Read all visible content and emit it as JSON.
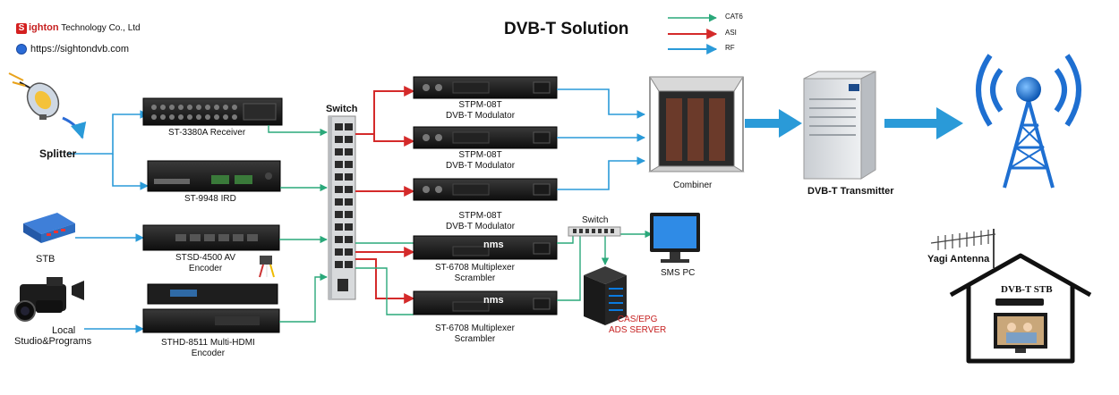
{
  "header": {
    "title": "DVB-T Solution",
    "company": "Sighton Technology Co., Ltd",
    "company_initial": "S",
    "company_rest": "ighton",
    "company_tail": "Technology Co., Ltd",
    "website": "https://sightondvb.com"
  },
  "legend": [
    {
      "label": "CAT6",
      "color": "#2aa87a"
    },
    {
      "label": "ASI",
      "color": "#d42a2a"
    },
    {
      "label": "RF",
      "color": "#2a9ad8"
    }
  ],
  "sources": {
    "splitter": "Splitter",
    "stb": "STB",
    "studio": [
      "Local",
      "Studio&Programs"
    ]
  },
  "devices": {
    "receiver": "ST-3380A Receiver",
    "ird": "ST-9948 IRD",
    "encoder_av": [
      "STSD-4500 AV",
      "Encoder"
    ],
    "encoder_hdmi": [
      "STHD-8511 Multi-HDMI",
      "Encoder"
    ],
    "switch_main": "Switch",
    "modulator_1": [
      "STPM-08T",
      "DVB-T Modulator"
    ],
    "modulator_2": [
      "STPM-08T",
      "DVB-T Modulator"
    ],
    "modulator_3": [
      "STPM-08T",
      "DVB-T Modulator"
    ],
    "mux_1": [
      "ST-6708 Multiplexer",
      "Scrambler"
    ],
    "mux_2": [
      "ST-6708 Multiplexer",
      "Scrambler"
    ],
    "nms_label": "nms",
    "switch_small": "Switch",
    "sms_pc": "SMS PC",
    "cas_server": [
      "CAS/EPG",
      "ADS SERVER"
    ],
    "combiner": "Combiner",
    "transmitter": "DVB-T Transmitter",
    "yagi": "Yagi Antenna",
    "home_stb": "DVB-T STB"
  }
}
